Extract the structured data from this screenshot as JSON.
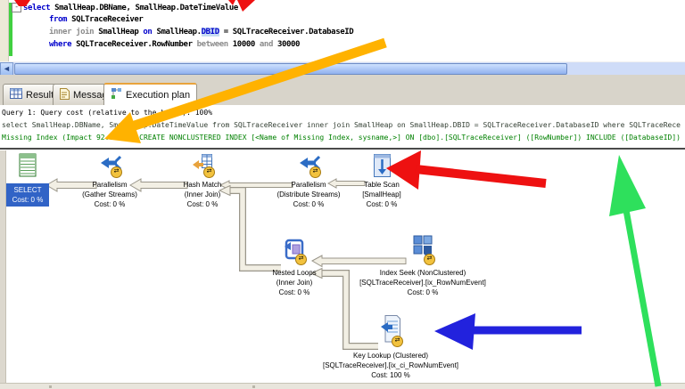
{
  "editor": {
    "fold_glyph": "-",
    "lines": [
      {
        "tokens": [
          {
            "text": "select"
          },
          {
            "text": " SmallHeap.DBName, SmallHeap.DateTimeValue"
          }
        ]
      },
      {
        "tokens": [
          {
            "text": "from"
          },
          {
            "text": " SQLTraceReceiver"
          }
        ]
      },
      {
        "tokens": [
          {
            "text": "inner join"
          },
          {
            "text": " SmallHeap "
          },
          {
            "text": "on"
          },
          {
            "text": " SmallHeap."
          },
          {
            "text": "DBID"
          },
          {
            "text": " = SQLTraceReceiver.DatabaseID"
          }
        ]
      },
      {
        "tokens": [
          {
            "text": "where"
          },
          {
            "text": " SQLTraceReceiver.RowNumber "
          },
          {
            "text": "between"
          },
          {
            "text": " 10000 "
          },
          {
            "text": "and"
          },
          {
            "text": " 30000"
          }
        ]
      }
    ]
  },
  "scrollbar": {
    "left_arrow": "◄"
  },
  "tabs": [
    {
      "label": "Results"
    },
    {
      "label": "Messages"
    },
    {
      "label": "Execution plan",
      "selected": true
    }
  ],
  "results_pane": {
    "query_cost_line": "Query 1: Query cost (relative to the batch): 100%",
    "statement_line": "select SmallHeap.DBName, SmallHeap.DateTimeValue from SQLTraceReceiver inner join SmallHeap on SmallHeap.DBID = SQLTraceReceiver.DatabaseID where SQLTraceRece",
    "missing_index_line": "Missing Index (Impact 92.7231): CREATE NONCLUSTERED INDEX [<Name of Missing Index, sysname,>] ON [dbo].[SQLTraceReceiver] ([RowNumber]) INCLUDE ([DatabaseID])"
  },
  "plan": {
    "parallel_badge_glyph": "⇄",
    "nodes": [
      {
        "id": "select",
        "lines": [
          "SELECT",
          "Cost: 0 %"
        ]
      },
      {
        "id": "parallelism-gather",
        "lines": [
          "Parallelism",
          "(Gather Streams)",
          "Cost: 0 %"
        ]
      },
      {
        "id": "hash-match",
        "lines": [
          "Hash Match",
          "(Inner Join)",
          "Cost: 0 %"
        ]
      },
      {
        "id": "parallelism-distribute",
        "lines": [
          "Parallelism",
          "(Distribute Streams)",
          "Cost: 0 %"
        ]
      },
      {
        "id": "table-scan",
        "lines": [
          "Table Scan",
          "[SmallHeap]",
          "Cost: 0 %"
        ]
      },
      {
        "id": "nested-loops",
        "lines": [
          "Nested Loops",
          "(Inner Join)",
          "Cost: 0 %"
        ]
      },
      {
        "id": "index-seek",
        "lines": [
          "Index Seek (NonClustered)",
          "[SQLTraceReceiver].[ix_RowNumEvent]",
          "Cost: 0 %"
        ]
      },
      {
        "id": "key-lookup",
        "lines": [
          "Key Lookup (Clustered)",
          "[SQLTraceReceiver].[ix_ci_RowNumEvent]",
          "Cost: 100 %"
        ]
      }
    ]
  },
  "colors": {
    "annotation_orange": "#ffb200",
    "annotation_red": "#ee1111",
    "annotation_blue": "#2222dd",
    "annotation_green": "#2ee05c",
    "missing_index_green": "#008000",
    "selected_node_blue": "#3163c6",
    "keyword_blue": "#0000cc",
    "comment_gray": "#8a8a8a"
  }
}
